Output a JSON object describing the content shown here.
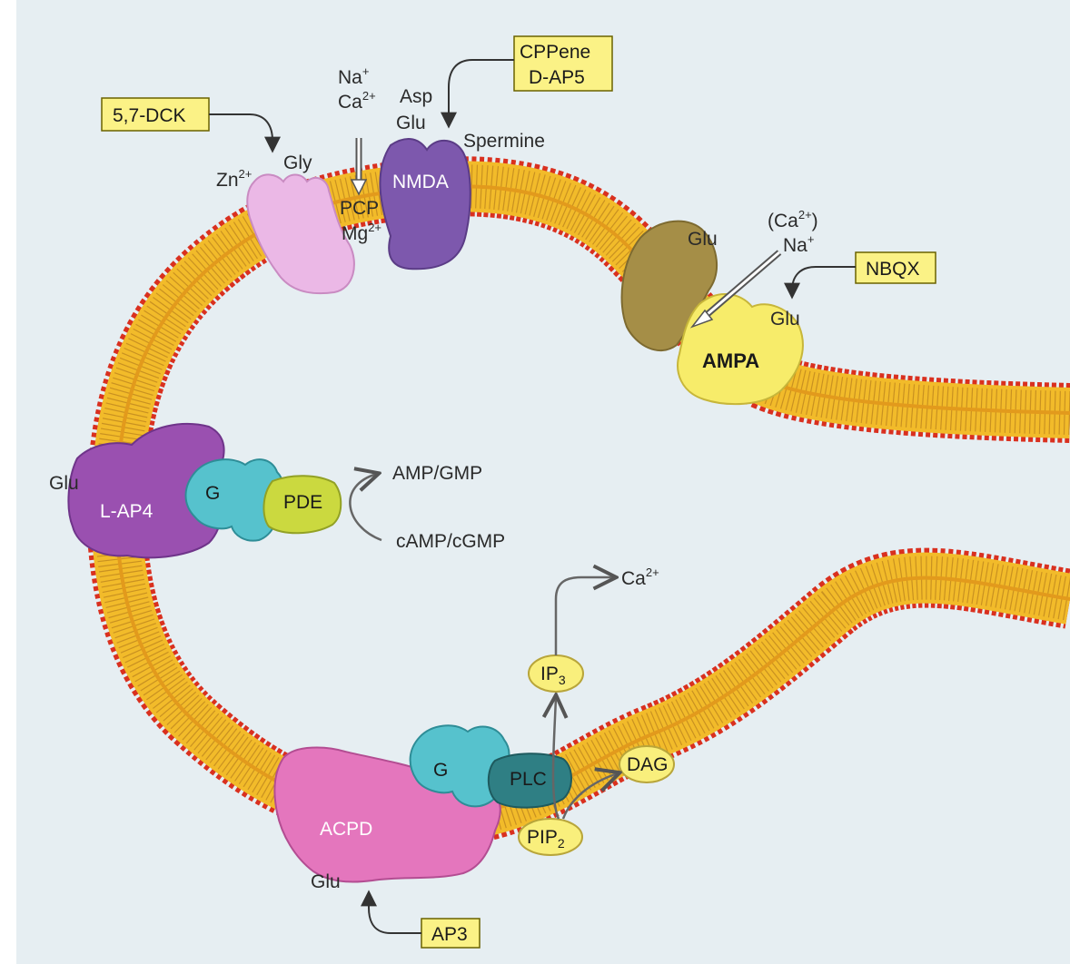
{
  "colors": {
    "background": "#e6eef2",
    "membrane_core": "#f2bb2a",
    "membrane_head": "#d9301f",
    "box_fill": "#fbf286",
    "nmda": "#7d58ad",
    "gly_site": "#ebb8e6",
    "kainate": "#a58e47",
    "ampa": "#f7ec6a",
    "lap4": "#9a50b0",
    "g_protein": "#56c2cd",
    "pde": "#cbd93f",
    "acpd": "#e476bd",
    "plc": "#2f7f84",
    "second_messenger": "#f9ef7c"
  },
  "drug_boxes": {
    "dck": "5,7-DCK",
    "cppene": "CPPene",
    "dap5": "D-AP5",
    "nbqx": "NBQX",
    "ap3": "AP3"
  },
  "receptors": {
    "nmda": "NMDA",
    "ampa": "AMPA",
    "lap4": "L-AP4",
    "acpd": "ACPD",
    "g_top": "G",
    "g_bottom": "G",
    "pde": "PDE",
    "plc": "PLC"
  },
  "molecules": {
    "dag": "DAG",
    "ip3_main": "IP",
    "ip3_sub": "3",
    "pip2_main": "PIP",
    "pip2_sub": "2"
  },
  "labels": {
    "na_top": "Na",
    "na_top_sup": "+",
    "ca_top": "Ca",
    "ca_top_sup": "2+",
    "asp": "Asp",
    "glu_nmda": "Glu",
    "spermine": "Spermine",
    "gly": "Gly",
    "zn": "Zn",
    "zn_sup": "2+",
    "pcp": "PCP",
    "mg": "Mg",
    "mg_sup": "2+",
    "glu_kainate": "Glu",
    "ca_paren_open": "(Ca",
    "ca_paren_sup": "2+",
    "ca_paren_close": ")",
    "na_right": "Na",
    "na_right_sup": "+",
    "glu_ampa": "Glu",
    "glu_lap4": "Glu",
    "amp_gmp": "AMP/GMP",
    "camp_cgmp": "cAMP/cGMP",
    "ca_release": "Ca",
    "ca_release_sup": "2+",
    "glu_acpd": "Glu"
  }
}
